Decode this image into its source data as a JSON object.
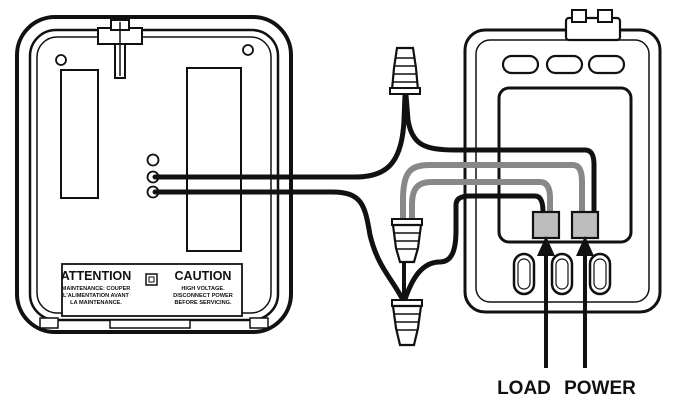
{
  "labels": {
    "attention_title": "ATTENTION",
    "attention_line1": "MAINTENANCE: COUPER",
    "attention_line2": "L'ALIMENTATION AVANT",
    "attention_line3": "LA MAINTENANCE.",
    "caution_title": "CAUTION",
    "caution_line1": "HIGH VOLTAGE.",
    "caution_line2": "DISCONNECT POWER",
    "caution_line3": "BEFORE SERVICING.",
    "load": "LOAD",
    "power": "POWER"
  }
}
